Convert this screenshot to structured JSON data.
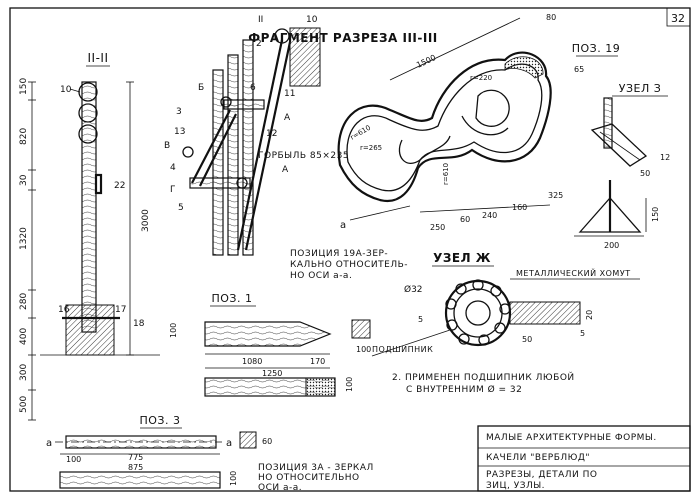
{
  "sheet": {
    "number": "32"
  },
  "section_view": {
    "title": "II-II",
    "left_dims": [
      "150",
      "820",
      "30",
      "1320",
      "280",
      "400",
      "300",
      "500"
    ],
    "height_dim": "3000",
    "callouts": [
      "10",
      "22",
      "16",
      "17",
      "18"
    ]
  },
  "fragment": {
    "title": "ФРАГМЕНТ РАЗРЕЗА III-III",
    "callouts": [
      "II",
      "2",
      "10",
      "11",
      "Б",
      "6",
      "3",
      "A",
      "13",
      "В",
      "12",
      "4",
      "Г",
      "5",
      "А"
    ],
    "note": "ГОРБЫЛЬ 85×235"
  },
  "poz19": {
    "title": "ПОЗ. 19",
    "dims": [
      "1500",
      "80",
      "r=220",
      "r=610",
      "r=265",
      "r=610",
      "250",
      "60",
      "240",
      "160",
      "325"
    ],
    "axis_label": "а",
    "note_line1": "ПОЗИЦИЯ 19А-ЗЕР-",
    "note_line2": "КАЛЬНО ОТНОСИТЕЛЬ-",
    "note_line3": "НО ОСИ а-а."
  },
  "uzel3": {
    "title": "УЗЕЛ З",
    "dims": [
      "65",
      "12",
      "50",
      "150",
      "200"
    ]
  },
  "poz1": {
    "title": "ПОЗ. 1",
    "dims": [
      "100",
      "1080",
      "170",
      "1250",
      "100",
      "100"
    ]
  },
  "uzel_zh": {
    "title": "УЗЕЛ Ж",
    "label_clamp": "МЕТАЛЛИЧЕСКИЙ ХОМУТ",
    "label_bearing": "ПОДШИПНИК",
    "label_dia": "Ø32",
    "dims": [
      "5",
      "50",
      "20",
      "5"
    ],
    "note_line1": "2. ПРИМЕНЕН ПОДШИПНИК ЛЮБОЙ",
    "note_line2": "С ВНУТРЕННИМ Ø = 32"
  },
  "poz3": {
    "title": "ПОЗ. 3",
    "axis_a_left": "а",
    "axis_a_right": "а",
    "dims": [
      "100",
      "775",
      "875",
      "60",
      "100"
    ],
    "note_line1": "ПОЗИЦИЯ 3А - ЗЕРКАЛ",
    "note_line2": "НО ОТНОСИТЕЛЬНО",
    "note_line3": "ОСИ а-а."
  },
  "title_block": {
    "line1": "МАЛЫЕ АРХИТЕКТУРНЫЕ ФОРМЫ.",
    "line2": "КАЧЕЛИ \"ВЕРБЛЮД\"",
    "line3": "РАЗРЕЗЫ, ДЕТАЛИ ПО",
    "line4": "ЗИЦ, УЗЛЫ."
  }
}
